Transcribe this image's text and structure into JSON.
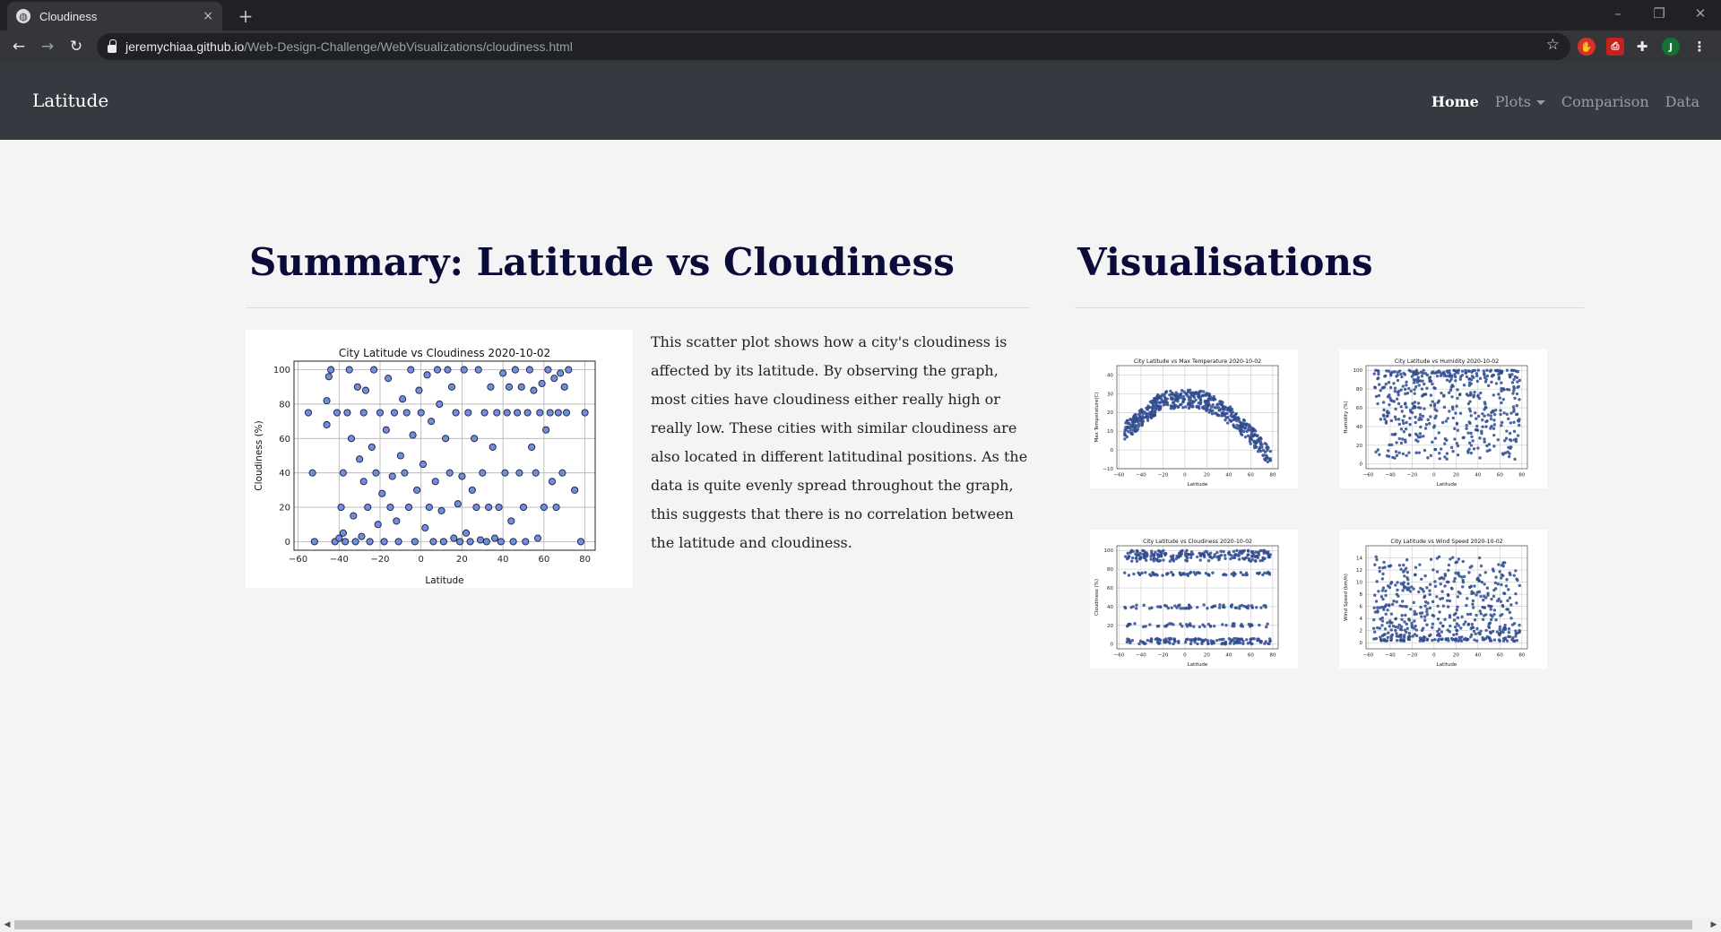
{
  "browser": {
    "tab_title": "Cloudiness",
    "tab_close": "×",
    "new_tab": "+",
    "url_host": "jeremychiaa.github.io",
    "url_path": "/Web-Design-Challenge/WebVisualizations/cloudiness.html",
    "profile_initial": "J"
  },
  "nav": {
    "brand": "Latitude",
    "links": [
      {
        "label": "Home",
        "active": true
      },
      {
        "label": "Plots",
        "dropdown": true
      },
      {
        "label": "Comparison"
      },
      {
        "label": "Data"
      }
    ]
  },
  "summary": {
    "heading": "Summary: Latitude vs Cloudiness",
    "text": "This scatter plot shows how a city's cloudiness is affected by its latitude. By observing the graph, most cities have cloudiness either really high or really low. These cities with similar cloudiness are also located in different latitudinal positions. As the data is quite evenly spread throughout the graph, this suggests that there is no correlation between the latitude and cloudiness."
  },
  "visualisations": {
    "heading": "Visualisations"
  },
  "colors": {
    "navbar": "#343a40",
    "heading": "#0b0b3a",
    "point_fill": "#6f8fd8",
    "point_stroke": "#1a1a3a",
    "thumb_point": "#2f4b8f"
  },
  "chart_data": [
    {
      "id": "main",
      "type": "scatter",
      "title": "City Latitude vs Cloudiness 2020-10-02",
      "xlabel": "Latitude",
      "ylabel": "Cloudiness (%)",
      "xlim": [
        -62,
        85
      ],
      "ylim": [
        -5,
        105
      ],
      "xticks": [
        -60,
        -40,
        -20,
        0,
        20,
        40,
        60,
        80
      ],
      "yticks": [
        0,
        20,
        40,
        60,
        80,
        100
      ],
      "xticklabels": [
        "−60",
        "−40",
        "−20",
        "0",
        "20",
        "40",
        "60",
        "80"
      ],
      "yticklabels": [
        "0",
        "20",
        "40",
        "60",
        "80",
        "100"
      ],
      "grid": true,
      "points": [
        [
          -55,
          75
        ],
        [
          -53,
          40
        ],
        [
          -52,
          0
        ],
        [
          -46,
          68
        ],
        [
          -46,
          82
        ],
        [
          -45,
          96
        ],
        [
          -44,
          100
        ],
        [
          -42,
          0
        ],
        [
          -41,
          75
        ],
        [
          -40,
          2
        ],
        [
          -39,
          20
        ],
        [
          -38,
          5
        ],
        [
          -38,
          40
        ],
        [
          -37,
          0
        ],
        [
          -36,
          75
        ],
        [
          -35,
          100
        ],
        [
          -34,
          60
        ],
        [
          -33,
          15
        ],
        [
          -32,
          0
        ],
        [
          -31,
          90
        ],
        [
          -30,
          48
        ],
        [
          -29,
          3
        ],
        [
          -28,
          35
        ],
        [
          -28,
          75
        ],
        [
          -27,
          88
        ],
        [
          -26,
          20
        ],
        [
          -25,
          0
        ],
        [
          -24,
          55
        ],
        [
          -23,
          100
        ],
        [
          -22,
          40
        ],
        [
          -21,
          10
        ],
        [
          -20,
          75
        ],
        [
          -19,
          28
        ],
        [
          -18,
          0
        ],
        [
          -17,
          65
        ],
        [
          -16,
          95
        ],
        [
          -15,
          20
        ],
        [
          -14,
          38
        ],
        [
          -13,
          75
        ],
        [
          -12,
          12
        ],
        [
          -11,
          0
        ],
        [
          -10,
          50
        ],
        [
          -9,
          83
        ],
        [
          -8,
          40
        ],
        [
          -7,
          75
        ],
        [
          -6,
          20
        ],
        [
          -5,
          100
        ],
        [
          -4,
          62
        ],
        [
          -3,
          0
        ],
        [
          -2,
          30
        ],
        [
          -1,
          88
        ],
        [
          0,
          75
        ],
        [
          1,
          45
        ],
        [
          2,
          8
        ],
        [
          3,
          97
        ],
        [
          4,
          20
        ],
        [
          5,
          70
        ],
        [
          6,
          0
        ],
        [
          7,
          35
        ],
        [
          8,
          100
        ],
        [
          9,
          80
        ],
        [
          10,
          18
        ],
        [
          11,
          0
        ],
        [
          12,
          60
        ],
        [
          13,
          100
        ],
        [
          14,
          40
        ],
        [
          15,
          90
        ],
        [
          16,
          2
        ],
        [
          17,
          75
        ],
        [
          18,
          22
        ],
        [
          19,
          0
        ],
        [
          20,
          38
        ],
        [
          21,
          100
        ],
        [
          22,
          5
        ],
        [
          23,
          75
        ],
        [
          24,
          0
        ],
        [
          25,
          30
        ],
        [
          26,
          60
        ],
        [
          27,
          20
        ],
        [
          28,
          100
        ],
        [
          29,
          1
        ],
        [
          30,
          40
        ],
        [
          31,
          75
        ],
        [
          32,
          0
        ],
        [
          33,
          20
        ],
        [
          34,
          90
        ],
        [
          35,
          55
        ],
        [
          36,
          2
        ],
        [
          37,
          75
        ],
        [
          38,
          20
        ],
        [
          39,
          0
        ],
        [
          40,
          98
        ],
        [
          41,
          40
        ],
        [
          42,
          75
        ],
        [
          43,
          90
        ],
        [
          44,
          12
        ],
        [
          45,
          0
        ],
        [
          46,
          100
        ],
        [
          47,
          75
        ],
        [
          48,
          40
        ],
        [
          49,
          90
        ],
        [
          50,
          20
        ],
        [
          51,
          0
        ],
        [
          52,
          75
        ],
        [
          53,
          100
        ],
        [
          54,
          55
        ],
        [
          55,
          88
        ],
        [
          56,
          40
        ],
        [
          57,
          2
        ],
        [
          58,
          75
        ],
        [
          59,
          92
        ],
        [
          60,
          20
        ],
        [
          61,
          65
        ],
        [
          62,
          100
        ],
        [
          63,
          75
        ],
        [
          64,
          35
        ],
        [
          65,
          95
        ],
        [
          66,
          20
        ],
        [
          67,
          75
        ],
        [
          68,
          98
        ],
        [
          69,
          40
        ],
        [
          70,
          90
        ],
        [
          71,
          75
        ],
        [
          72,
          100
        ],
        [
          75,
          30
        ],
        [
          78,
          0
        ],
        [
          80,
          75
        ]
      ]
    },
    {
      "id": "thumb-temp",
      "type": "scatter",
      "title": "City Latitude vs Max Temperature 2020-10-02",
      "xlabel": "Latitude",
      "ylabel": "Max Temperature(C)",
      "xlim": [
        -62,
        85
      ],
      "ylim": [
        -10,
        45
      ],
      "xticks": [
        -60,
        -40,
        -20,
        0,
        20,
        40,
        60,
        80
      ],
      "yticks": [
        -10,
        0,
        10,
        20,
        30,
        40
      ],
      "xticklabels": [
        "−60",
        "−40",
        "−20",
        "0",
        "20",
        "40",
        "60",
        "80"
      ],
      "yticklabels": [
        "−10",
        "0",
        "10",
        "20",
        "30",
        "40"
      ],
      "grid": true
    },
    {
      "id": "thumb-humidity",
      "type": "scatter",
      "title": "City Latitude vs Humidity 2020-10-02",
      "xlabel": "Latitude",
      "ylabel": "Humidity (%)",
      "xlim": [
        -62,
        85
      ],
      "ylim": [
        -5,
        105
      ],
      "xticks": [
        -60,
        -40,
        -20,
        0,
        20,
        40,
        60,
        80
      ],
      "yticks": [
        0,
        20,
        40,
        60,
        80,
        100
      ],
      "xticklabels": [
        "−60",
        "−40",
        "−20",
        "0",
        "20",
        "40",
        "60",
        "80"
      ],
      "yticklabels": [
        "0",
        "20",
        "40",
        "60",
        "80",
        "100"
      ],
      "grid": true
    },
    {
      "id": "thumb-cloud",
      "type": "scatter",
      "title": "City Latitude vs Cloudiness 2020-10-02",
      "xlabel": "Latitude",
      "ylabel": "Cloudiness (%)",
      "xlim": [
        -62,
        85
      ],
      "ylim": [
        -5,
        105
      ],
      "xticks": [
        -60,
        -40,
        -20,
        0,
        20,
        40,
        60,
        80
      ],
      "yticks": [
        0,
        20,
        40,
        60,
        80,
        100
      ],
      "xticklabels": [
        "−60",
        "−40",
        "−20",
        "0",
        "20",
        "40",
        "60",
        "80"
      ],
      "yticklabels": [
        "0",
        "20",
        "40",
        "60",
        "80",
        "100"
      ],
      "grid": true
    },
    {
      "id": "thumb-wind",
      "type": "scatter",
      "title": "City Latitude vs Wind Speed 2020-10-02",
      "xlabel": "Latitude",
      "ylabel": "Wind Speed (km/h)",
      "xlim": [
        -62,
        85
      ],
      "ylim": [
        -1,
        16
      ],
      "xticks": [
        -60,
        -40,
        -20,
        0,
        20,
        40,
        60,
        80
      ],
      "yticks": [
        0,
        2,
        4,
        6,
        8,
        10,
        12,
        14
      ],
      "xticklabels": [
        "−60",
        "−40",
        "−20",
        "0",
        "20",
        "40",
        "60",
        "80"
      ],
      "yticklabels": [
        "0",
        "2",
        "4",
        "6",
        "8",
        "10",
        "12",
        "14"
      ],
      "grid": true
    }
  ]
}
